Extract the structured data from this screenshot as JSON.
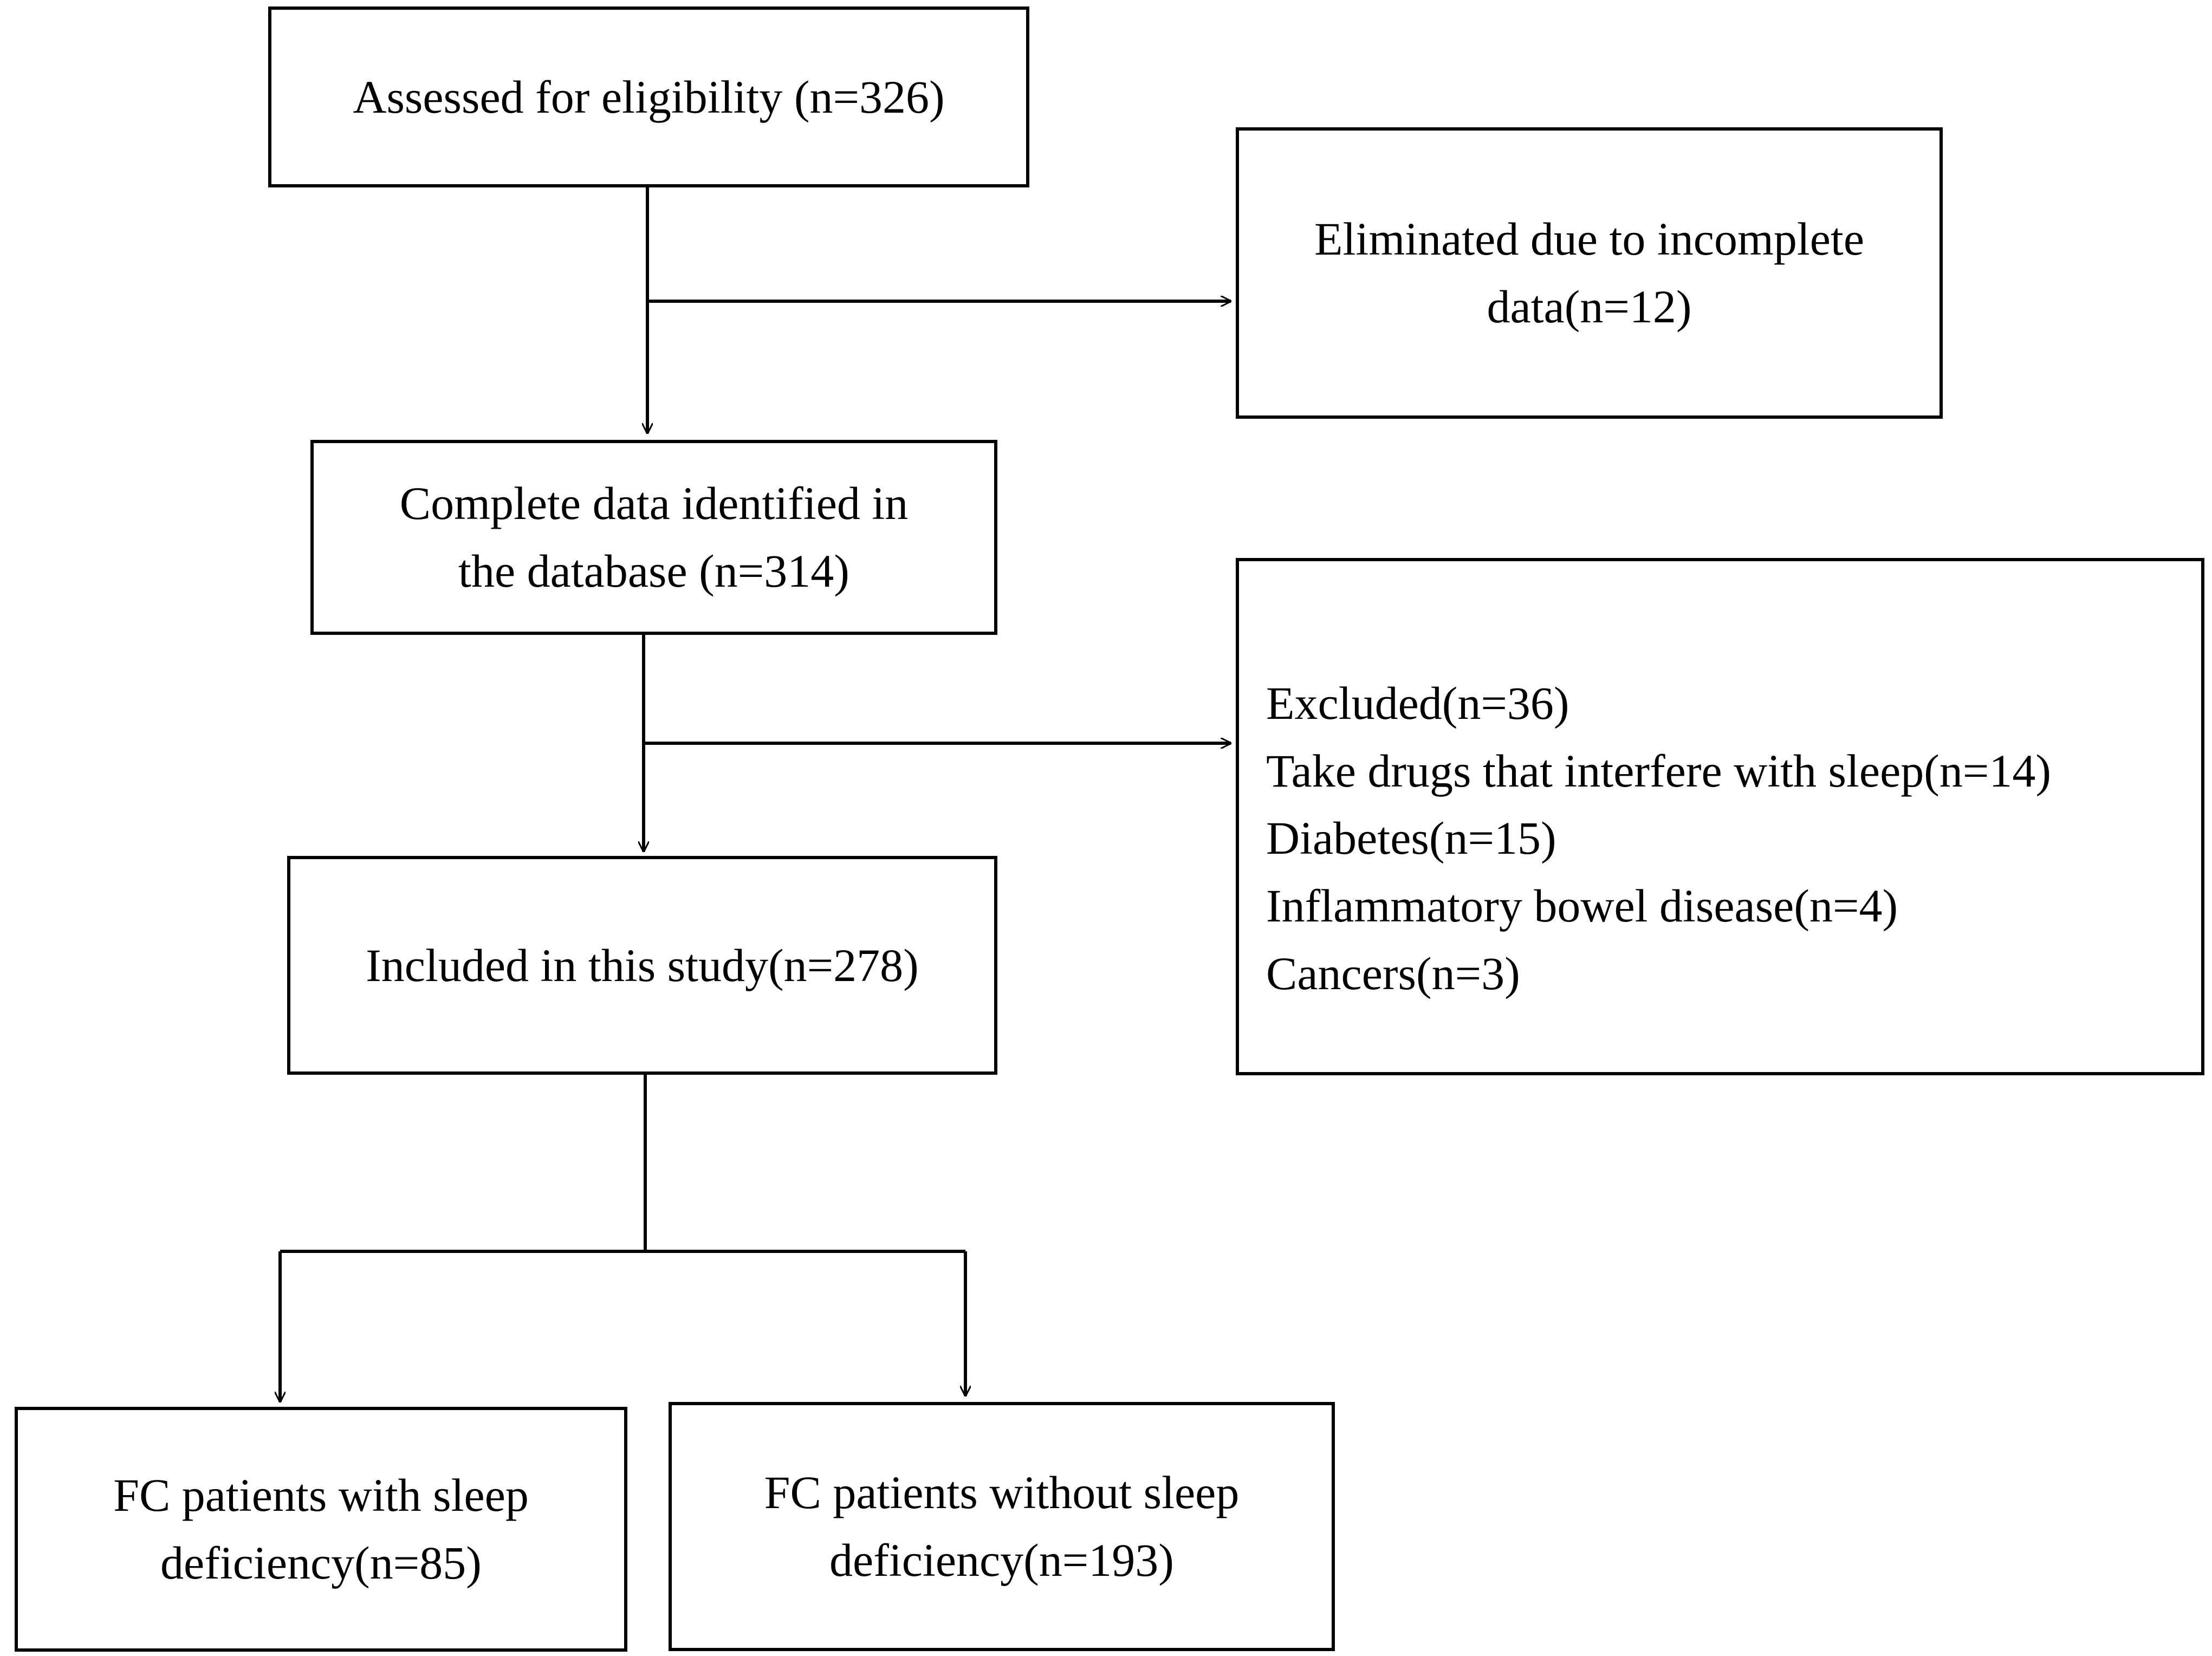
{
  "diagram": {
    "type": "flowchart",
    "nodes": {
      "assessed": [
        "Assessed for eligibility (n=326)"
      ],
      "eliminated": [
        "Eliminated due to incomplete",
        "data(n=12)"
      ],
      "complete": [
        "Complete data identified in",
        "the database (n=314)"
      ],
      "excluded": [
        "Excluded(n=36)",
        "Take drugs that interfere with sleep(n=14)",
        "Diabetes(n=15)",
        "Inflammatory bowel disease(n=4)",
        "Cancers(n=3)"
      ],
      "included": [
        "Included in this study(n=278)"
      ],
      "with_sleep": [
        "FC patients with sleep",
        "deficiency(n=85)"
      ],
      "without_sleep": [
        "FC patients without sleep",
        "deficiency(n=193)"
      ]
    },
    "edges": [
      {
        "from": "assessed",
        "to": "eliminated"
      },
      {
        "from": "assessed",
        "to": "complete"
      },
      {
        "from": "complete",
        "to": "excluded"
      },
      {
        "from": "complete",
        "to": "included"
      },
      {
        "from": "included",
        "to": "with_sleep"
      },
      {
        "from": "included",
        "to": "without_sleep"
      }
    ],
    "colors": {
      "line": "#000000",
      "box_fill": "#ffffff"
    }
  }
}
